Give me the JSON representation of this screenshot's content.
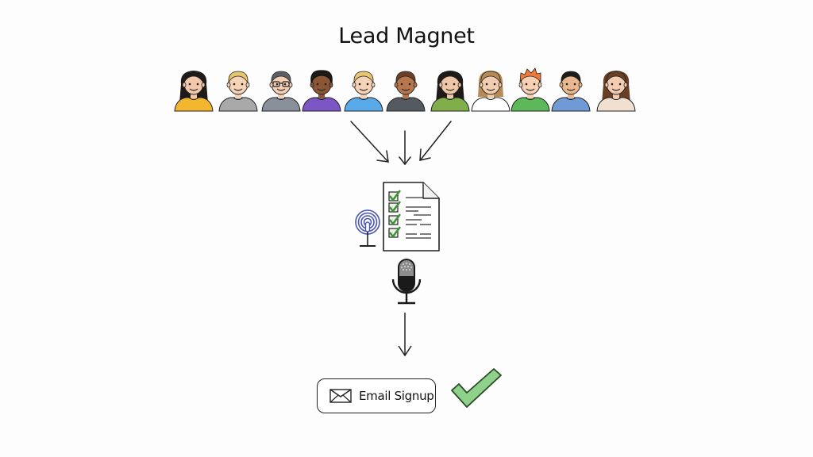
{
  "title": "Lead Magnet",
  "people": [
    {
      "id": 1,
      "hair": "#1e1a18",
      "skin": "#f2c8aa",
      "shirt": "#f3b72f",
      "hair_style": "long"
    },
    {
      "id": 2,
      "hair": "#e7c56a",
      "skin": "#f6d2b6",
      "shirt": "#a9a9a9",
      "hair_style": "short"
    },
    {
      "id": 3,
      "hair": "#5a5e66",
      "skin": "#f3cfb4",
      "shirt": "#8a9099",
      "hair_style": "short",
      "glasses": true
    },
    {
      "id": 4,
      "hair": "#1d1a18",
      "skin": "#8a5636",
      "shirt": "#7b56c4",
      "hair_style": "curly"
    },
    {
      "id": 5,
      "hair": "#e9c66f",
      "skin": "#f6d3b8",
      "shirt": "#5aa9e8",
      "hair_style": "short"
    },
    {
      "id": 6,
      "hair": "#6b4024",
      "skin": "#b7774e",
      "shirt": "#555a60",
      "hair_style": "short"
    },
    {
      "id": 7,
      "hair": "#1e1a18",
      "skin": "#f0c6a8",
      "shirt": "#7fae4a",
      "hair_style": "long"
    },
    {
      "id": 8,
      "hair": "#b88a55",
      "skin": "#f2cdb0",
      "shirt": "#ffffff",
      "hair_style": "bob"
    },
    {
      "id": 9,
      "hair": "#f07a3a",
      "skin": "#f6d0b3",
      "shirt": "#5db85a",
      "hair_style": "spiky"
    },
    {
      "id": 10,
      "hair": "#1e1a18",
      "skin": "#e9b890",
      "shirt": "#6f9ad6",
      "hair_style": "short"
    },
    {
      "id": 11,
      "hair": "#6a3f26",
      "skin": "#f3cdb2",
      "shirt": "#f1dfcf",
      "hair_style": "long"
    }
  ],
  "lead_magnet": {
    "icons": [
      "checklist-document-icon",
      "podcast-icon",
      "microphone-icon"
    ],
    "checklist_items": 4,
    "check_color": "#3f8f3a",
    "podcast_color": "#4a55b8"
  },
  "signup": {
    "label": "Email Signup",
    "icon": "envelope-icon",
    "confirm_icon": "checkmark-icon",
    "confirm_color": "#8fd18a"
  },
  "colors": {
    "background": "#fdfdfd",
    "stroke": "#222222"
  }
}
